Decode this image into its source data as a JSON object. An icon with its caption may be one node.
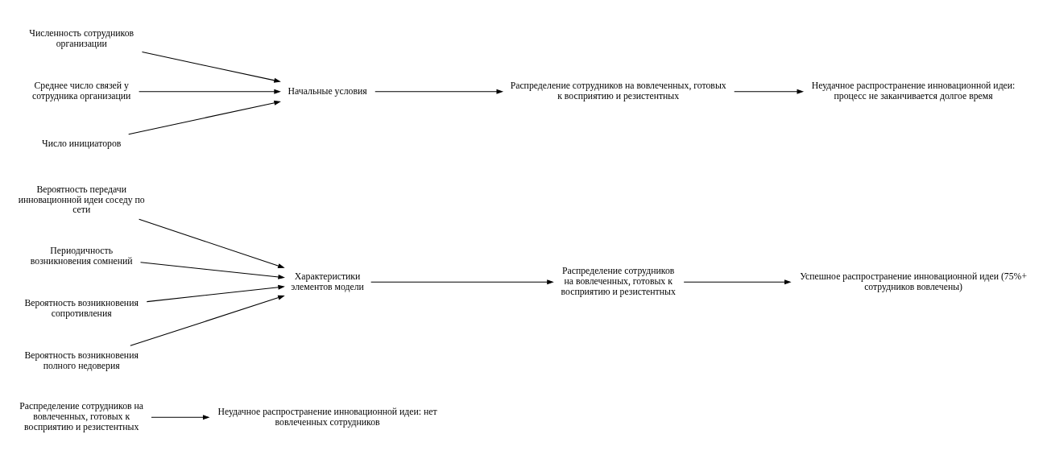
{
  "diagram": {
    "nodes": [
      {
        "text": [
          "Распределение сотрудников на вовлеченных, готовых к восприятию и резистентных"
        ]
      },
      {
        "text": [
          "Неудачное распространение инновационной идеи: нет вовлеченных сотрудников"
        ]
      },
      {
        "text": [
          "Вероятность передачи инновационной идеи соседу по сети"
        ]
      },
      {
        "text": [
          "Периодичность возникновения сомнений"
        ]
      },
      {
        "text": [
          "Вероятность возникновения сопротивления"
        ]
      },
      {
        "text": [
          "Вероятность возникновения полного недоверия"
        ]
      },
      {
        "text": [
          "Характеристики элементов модели"
        ]
      },
      {
        "text": [
          "Распределение сотрудников на вовлеченных, готовых к восприятию и резистентных"
        ]
      },
      {
        "text": [
          "Успешное распространение инновационной идеи (75%+ сотрудников вовлечены)"
        ]
      },
      {
        "text": [
          "Численность сотрудников организации"
        ]
      },
      {
        "text": [
          "Среднее число связей у сотрудника организации"
        ]
      },
      {
        "text": [
          "Число инициаторов"
        ]
      },
      {
        "text": [
          "Начальные условия"
        ]
      },
      {
        "text": [
          "Распределение сотрудников на вовлеченных, готовых к восприятию и резистентных"
        ]
      },
      {
        "text": [
          "Неудачное распространение инновационной идеи: процесс не заканчивается долгое время"
        ]
      }
    ],
    "edges": [
      {
        "from": 0,
        "to": 1,
        "arrow": "to"
      },
      {
        "from": 2,
        "to": 6,
        "arrow": "to"
      },
      {
        "from": 3,
        "to": 6,
        "arrow": "to"
      },
      {
        "from": 4,
        "to": 6,
        "arrow": "to"
      },
      {
        "from": 5,
        "to": 6,
        "arrow": "to"
      },
      {
        "from": 6,
        "to": 7,
        "arrow": "to"
      },
      {
        "from": 7,
        "to": 8,
        "arrow": "to"
      },
      {
        "from": 9,
        "to": 12,
        "arrow": "to"
      },
      {
        "from": 10,
        "to": 12,
        "arrow": "to"
      },
      {
        "from": 11,
        "to": 12,
        "arrow": "to"
      },
      {
        "from": 12,
        "to": 13,
        "arrow": "to"
      },
      {
        "from": 13,
        "to": 14,
        "arrow": "to"
      }
    ]
  }
}
